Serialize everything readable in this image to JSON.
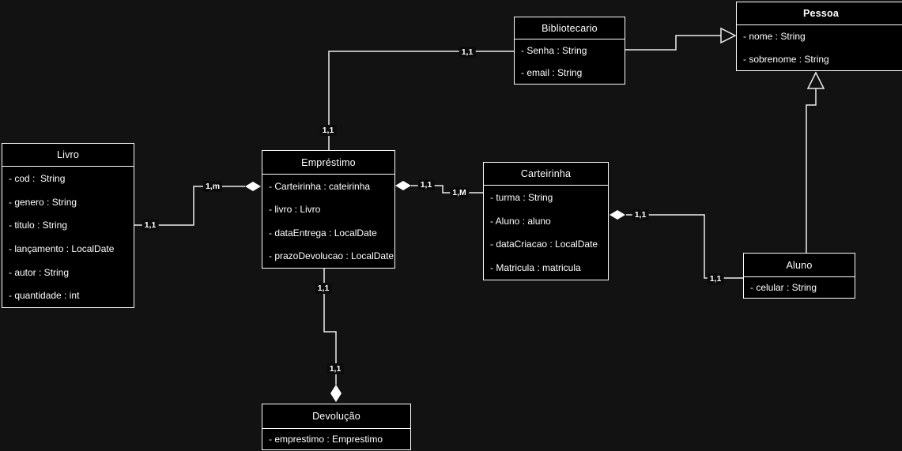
{
  "colors": {
    "background": "#121212",
    "node_fill": "#000000",
    "node_border": "#ffffff",
    "line": "#ededed",
    "text": "#ffffff",
    "label_bg": "#0b0b0b"
  },
  "classes": [
    {
      "name": "Livro",
      "attributes": [
        "- cod :  String",
        "- genero : String",
        "- titulo : String",
        "- lançamento : LocalDate",
        "- autor : String",
        "- quantidade : int"
      ]
    },
    {
      "name": "Empréstimo",
      "attributes": [
        "- Carteirinha : cateirinha",
        "- livro : Livro",
        "- dataEntrega : LocalDate",
        "- prazoDevolucao : LocalDate"
      ]
    },
    {
      "name": "Bibliotecario",
      "attributes": [
        "- Senha : String",
        "- email : String"
      ]
    },
    {
      "name": "Pessoa",
      "attributes": [
        "- nome : String",
        "- sobrenome : String"
      ]
    },
    {
      "name": "Carteirinha",
      "attributes": [
        "- turma : String",
        "- Aluno : aluno",
        "- dataCriacao : LocalDate",
        "- Matricula : matricula"
      ]
    },
    {
      "name": "Aluno",
      "attributes": [
        "- celular : String"
      ]
    },
    {
      "name": "Devolução",
      "attributes": [
        "- emprestimo : Emprestimo"
      ]
    }
  ],
  "relationships": [
    {
      "from": "Livro",
      "to": "Empréstimo",
      "type": "composition",
      "labels": [
        "1,1",
        "1,m"
      ]
    },
    {
      "from": "Empréstimo",
      "to": "Carteirinha",
      "type": "composition",
      "labels": [
        "1,1",
        "1,M"
      ]
    },
    {
      "from": "Carteirinha",
      "to": "Aluno",
      "type": "composition",
      "labels": [
        "1,1",
        "1,1"
      ]
    },
    {
      "from": "Empréstimo",
      "to": "Bibliotecario",
      "type": "association",
      "labels": [
        "1,1",
        "1,1"
      ]
    },
    {
      "from": "Bibliotecario",
      "to": "Pessoa",
      "type": "generalization",
      "labels": []
    },
    {
      "from": "Aluno",
      "to": "Pessoa",
      "type": "generalization",
      "labels": []
    },
    {
      "from": "Empréstimo",
      "to": "Devolução",
      "type": "composition",
      "labels": [
        "1,1",
        "1,1"
      ]
    }
  ]
}
